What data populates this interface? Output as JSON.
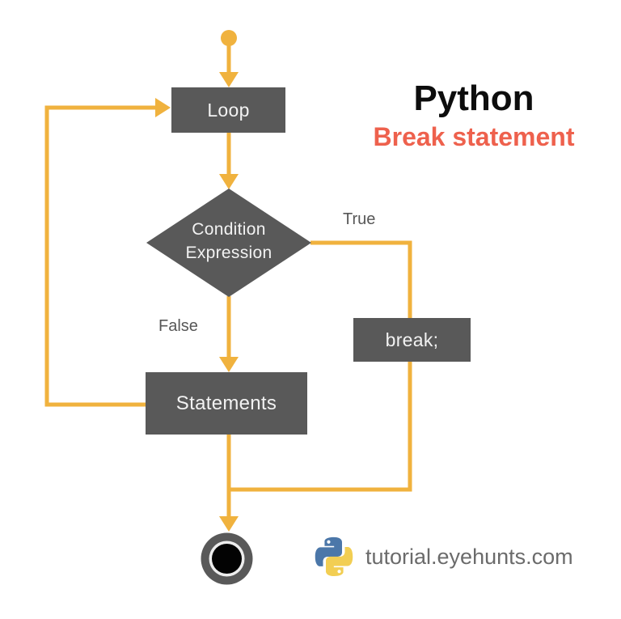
{
  "header": {
    "title": "Python",
    "subtitle": "Break statement"
  },
  "flowchart": {
    "nodes": {
      "loop": {
        "label": "Loop",
        "shape": "rect"
      },
      "condition": {
        "line1": "Condition",
        "line2": "Expression",
        "shape": "diamond"
      },
      "statements": {
        "label": "Statements",
        "shape": "rect"
      },
      "break": {
        "label": "break;",
        "shape": "rect"
      }
    },
    "edges": {
      "true": {
        "label": "True"
      },
      "false": {
        "label": "False"
      }
    },
    "terminals": {
      "start": "start-dot",
      "end": "end-bullseye"
    }
  },
  "footer": {
    "site": "tutorial.eyehunts.com",
    "logo": "python-logo"
  },
  "theme": {
    "connector": "#F0B23E",
    "node_fill": "#595959",
    "node_text": "#F2F2F2",
    "title": "#0D0D0D",
    "subtitle": "#EE614D",
    "edge_label": "#575757",
    "footer_text": "#6B6B6B",
    "python_blue": "#4B77A9",
    "python_yellow": "#F2CE53",
    "bg": "#FFFFFF"
  }
}
